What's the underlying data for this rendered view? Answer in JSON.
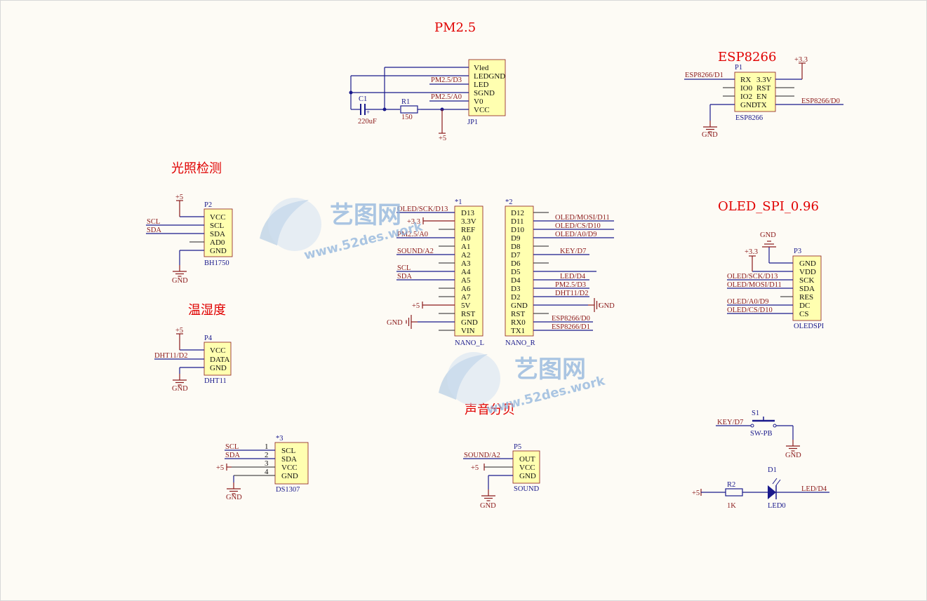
{
  "titles": {
    "pm25": "PM2.5",
    "esp": "ESP8266",
    "light": "光照检测",
    "oled": "OLED_SPI_0.96",
    "humid": "温湿度",
    "sound": "声音分贝"
  },
  "watermark": {
    "brand": "艺图网",
    "url": "www.52des.work",
    "color": "#8fb4dc"
  },
  "colors": {
    "title": "#e00000",
    "wire": "#1a1a8c",
    "net": "#8b1a1a",
    "body": "#ffffb0"
  },
  "jp1": {
    "designator": "JP1",
    "pins": [
      "Vled",
      "LEDGND",
      "LED",
      "SGND",
      "V0",
      "VCC"
    ],
    "nets": {
      "led": "PM2.5/D3",
      "v0": "PM2.5/A0",
      "pwr": "+5"
    },
    "c1": {
      "designator": "C1",
      "value": "220uF"
    },
    "r1": {
      "designator": "R1",
      "value": "150"
    }
  },
  "p1": {
    "designator": "P1",
    "comment": "ESP8266",
    "left_pins": [
      "RX",
      "IO0",
      "IO2",
      "GND"
    ],
    "right_pins": [
      "3.3V",
      "RST",
      "EN",
      "TX"
    ],
    "nets": {
      "rx": "ESP8266/D1",
      "tx": "ESP8266/D0",
      "pwr": "+3.3",
      "gnd": "GND"
    }
  },
  "p2": {
    "designator": "P2",
    "comment": "BH1750",
    "pins": [
      "VCC",
      "SCL",
      "SDA",
      "AD0",
      "GND"
    ],
    "nets": {
      "pwr": "+5",
      "scl": "SCL",
      "sda": "SDA",
      "gnd": "GND"
    }
  },
  "nano_l": {
    "designator": "*1",
    "comment": "NANO_L",
    "pins": [
      "D13",
      "3.3V",
      "REF",
      "A0",
      "A1",
      "A2",
      "A3",
      "A4",
      "A5",
      "A6",
      "A7",
      "5V",
      "RST",
      "GND",
      "VIN"
    ],
    "nets": {
      "d13": "OLED/SCK/D13",
      "v33": "+3.3",
      "a0": "PM2.5/A0",
      "a2": "SOUND/A2",
      "a4": "SCL",
      "a5": "SDA",
      "v5": "+5",
      "gnd": "GND"
    }
  },
  "nano_r": {
    "designator": "*2",
    "comment": "NANO_R",
    "pins": [
      "D12",
      "D11",
      "D10",
      "D9",
      "D8",
      "D7",
      "D6",
      "D5",
      "D4",
      "D3",
      "D2",
      "GND",
      "RST",
      "RX0",
      "TX1"
    ],
    "nets": {
      "d11": "OLED/MOSI/D11",
      "d10": "OLED/CS/D10",
      "d9": "OLED/A0/D9",
      "d7": "KEY/D7",
      "d4": "LED/D4",
      "d3": "PM2.5/D3",
      "d2": "DHT11/D2",
      "gnd": "GND",
      "rx0": "ESP8266/D0",
      "tx1": "ESP8266/D1"
    }
  },
  "p3": {
    "designator": "P3",
    "comment": "OLEDSPI",
    "pins": [
      "GND",
      "VDD",
      "SCK",
      "SDA",
      "RES",
      "DC",
      "CS"
    ],
    "nets": {
      "gnd": "GND",
      "pwr": "+3.3",
      "sck": "OLED/SCK/D13",
      "sda": "OLED/MOSI/D11",
      "dc": "OLED/A0/D9",
      "cs": "OLED/CS/D10"
    }
  },
  "p4": {
    "designator": "P4",
    "comment": "DHT11",
    "pins": [
      "VCC",
      "DATA",
      "GND"
    ],
    "nets": {
      "pwr": "+5",
      "data": "DHT11/D2",
      "gnd": "GND"
    }
  },
  "ds1307": {
    "designator": "*3",
    "comment": "DS1307",
    "pins": [
      "SCL",
      "SDA",
      "VCC",
      "GND"
    ],
    "pin_numbers": [
      "1",
      "2",
      "3",
      "4"
    ],
    "nets": {
      "scl": "SCL",
      "sda": "SDA",
      "pwr": "+5",
      "gnd": "GND"
    }
  },
  "p5": {
    "designator": "P5",
    "comment": "SOUND",
    "pins": [
      "OUT",
      "VCC",
      "GND"
    ],
    "nets": {
      "out": "SOUND/A2",
      "pwr": "+5",
      "gnd": "GND"
    }
  },
  "s1": {
    "designator": "S1",
    "comment": "SW-PB",
    "net": "KEY/D7",
    "gnd": "GND"
  },
  "d1": {
    "designator": "D1",
    "comment": "LED0",
    "net": "LED/D4",
    "pwr": "+5",
    "r2": {
      "designator": "R2",
      "value": "1K"
    }
  }
}
